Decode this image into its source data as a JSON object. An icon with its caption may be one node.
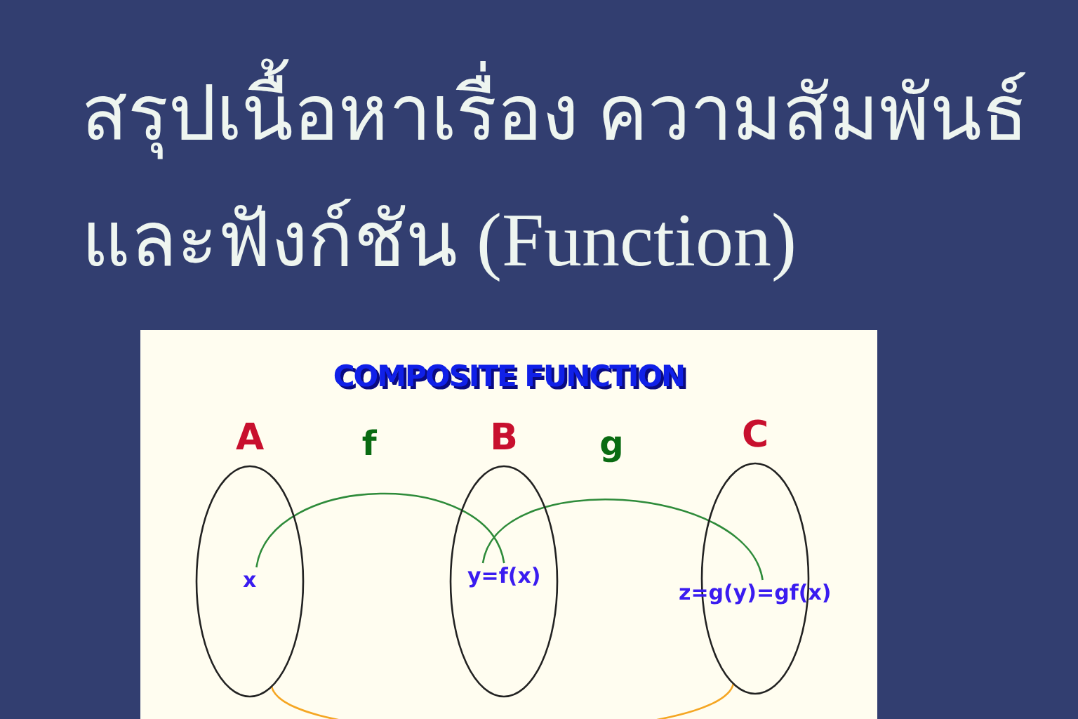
{
  "diagram": {
    "title": "สรุปเนื้อหาเรื่อง ความสัมพันธ์ และฟังก์ชัน (Function)",
    "nodes": [
      {
        "text": [
          "A"
        ]
      },
      {
        "text": [
          "x"
        ],
        "in": 0
      },
      {
        "text": [
          "B"
        ]
      },
      {
        "text": [
          "y=f(x)"
        ],
        "in": 2
      },
      {
        "text": [
          "C"
        ]
      },
      {
        "text": [
          "z=g(y)=gf(x)"
        ],
        "in": 4
      }
    ],
    "edges": [
      {
        "from": 1,
        "to": 3,
        "arrow": "none",
        "label": "f"
      },
      {
        "from": 3,
        "to": 5,
        "arrow": "none",
        "label": "g"
      },
      {
        "from": 0,
        "to": 4,
        "arrow": "none",
        "color": "#f5a623"
      }
    ],
    "labels": [
      "COMPOSITE FUNCTION"
    ]
  }
}
